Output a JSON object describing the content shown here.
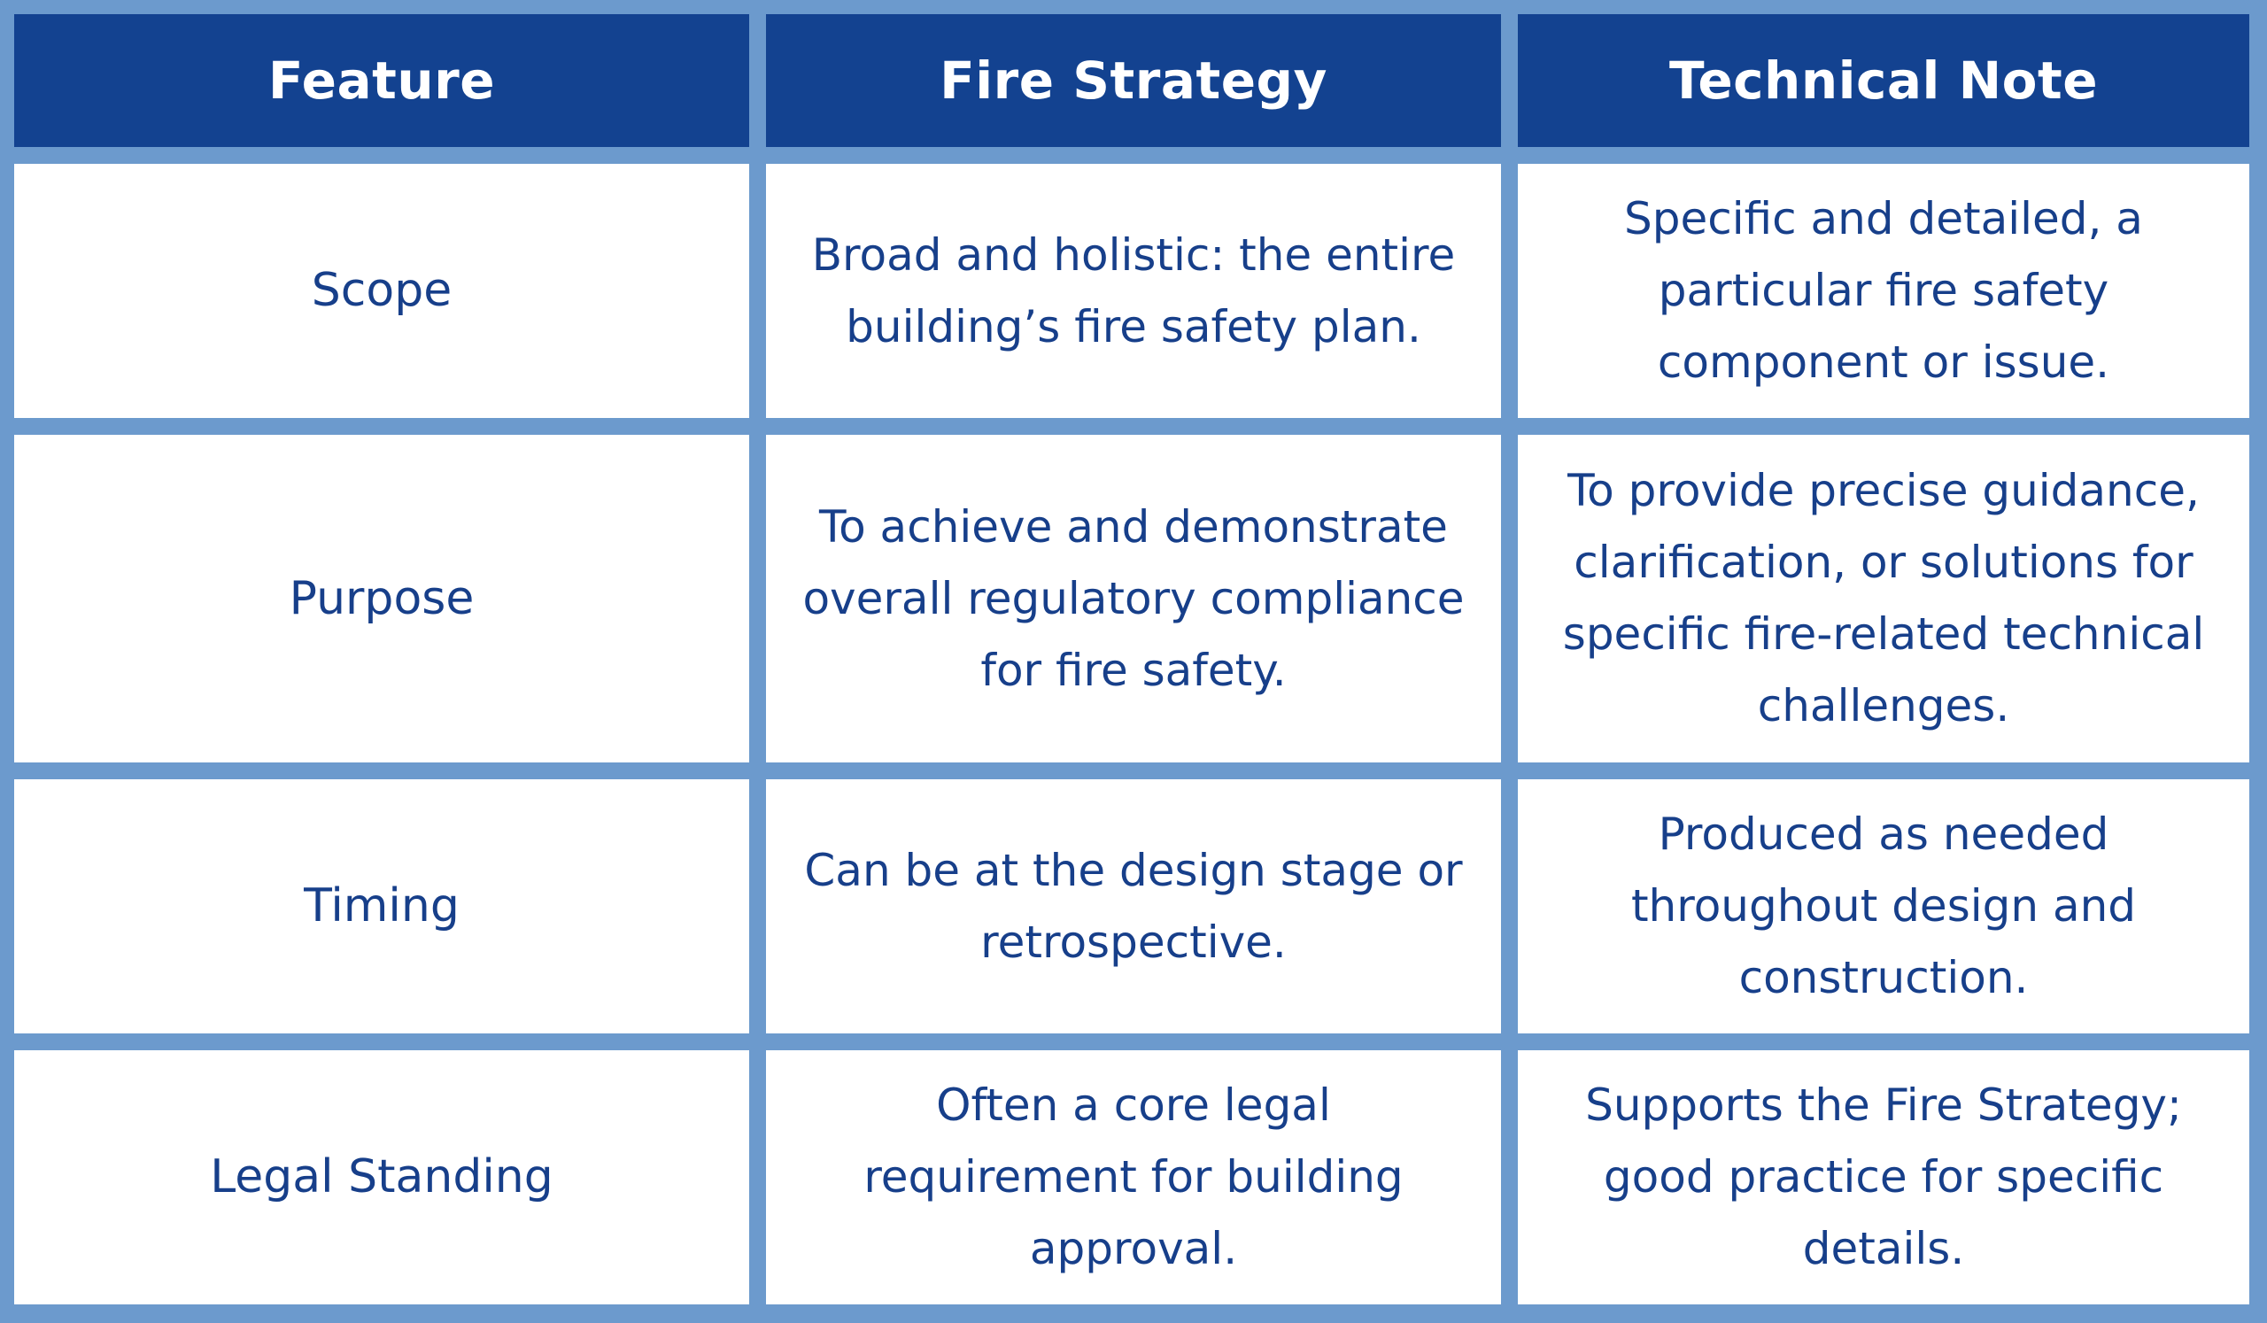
{
  "table": {
    "headers": [
      "Feature",
      "Fire Strategy",
      "Technical Note"
    ],
    "rows": [
      {
        "feature": "Scope",
        "fire_strategy": "Broad and holistic: the entire building’s fire safety plan.",
        "technical_note": "Specific and detailed, a particular fire safety component or issue."
      },
      {
        "feature": "Purpose",
        "fire_strategy": "To achieve and demonstrate overall regulatory compliance for fire safety.",
        "technical_note": "To provide precise guidance, clarification, or solutions for specific fire-related technical challenges."
      },
      {
        "feature": "Timing",
        "fire_strategy": "Can be at the design stage or retrospective.",
        "technical_note": "Produced as needed throughout design and construction."
      },
      {
        "feature": "Legal Standing",
        "fire_strategy": "Often a core legal requirement for building approval.",
        "technical_note": "Supports the Fire Strategy; good practice for specific details."
      }
    ]
  },
  "colors": {
    "header_bg": "#134290",
    "grid_lines": "#6c9acd",
    "cell_bg": "#ffffff",
    "body_text": "#173f8a",
    "header_text": "#ffffff"
  }
}
